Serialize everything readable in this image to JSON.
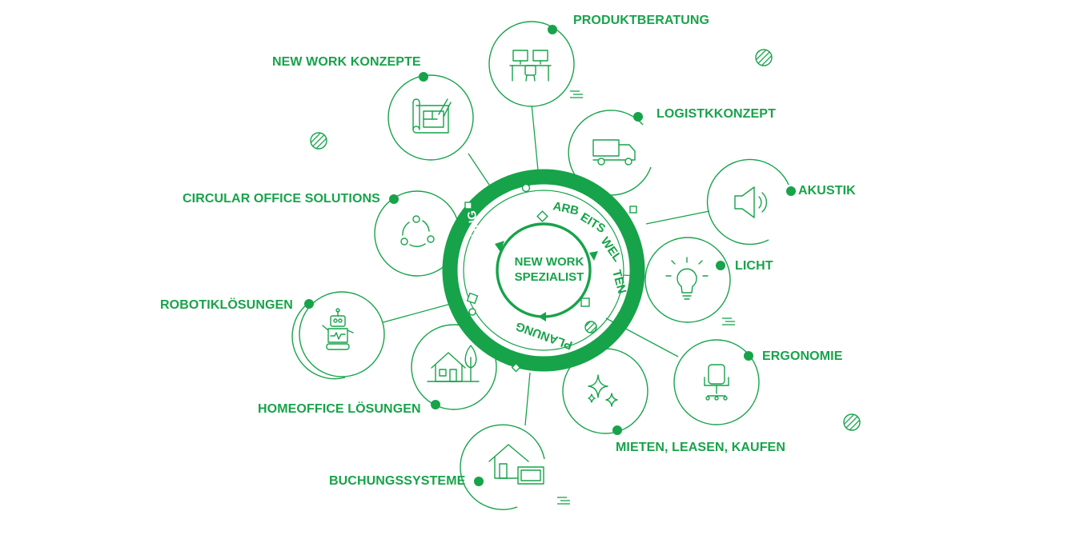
{
  "center": {
    "line1": "NEW WORK",
    "line2": "SPEZIALIST"
  },
  "ring_labels": {
    "umsetzung": "UMSETZUNG",
    "arbeitswelten": "ARBEITSWELTEN",
    "planung": "PLANUNG"
  },
  "services": [
    {
      "id": "produktberatung",
      "label": "PRODUKTBERATUNG",
      "icon": "desk-workstation-icon"
    },
    {
      "id": "new-work-konzepte",
      "label": "NEW WORK KONZEPTE",
      "icon": "blueprint-plan-icon"
    },
    {
      "id": "logistikkonzept",
      "label": "LOGISTKKONZEPT",
      "icon": "truck-icon"
    },
    {
      "id": "akustik",
      "label": "AKUSTIK",
      "icon": "speaker-icon"
    },
    {
      "id": "circular-office-solutions",
      "label": "CIRCULAR OFFICE SOLUTIONS",
      "icon": "recycle-cycle-icon"
    },
    {
      "id": "licht",
      "label": "LICHT",
      "icon": "lightbulb-icon"
    },
    {
      "id": "robotikloesungen",
      "label": "ROBOTIKLÖSUNGEN",
      "icon": "robot-icon"
    },
    {
      "id": "ergonomie",
      "label": "ERGONOMIE",
      "icon": "office-chair-icon"
    },
    {
      "id": "homeoffice-loesungen",
      "label": "HOMEOFFICE LÖSUNGEN",
      "icon": "house-tree-icon"
    },
    {
      "id": "mieten-leasen-kaufen",
      "label": "MIETEN, LEASEN, KAUFEN",
      "icon": "sparkle-stars-icon"
    },
    {
      "id": "buchungssysteme",
      "label": "BUCHUNGSSYSTEME",
      "icon": "house-screen-icon"
    }
  ],
  "colors": {
    "brand_green": "#17a34a",
    "white": "#ffffff"
  }
}
